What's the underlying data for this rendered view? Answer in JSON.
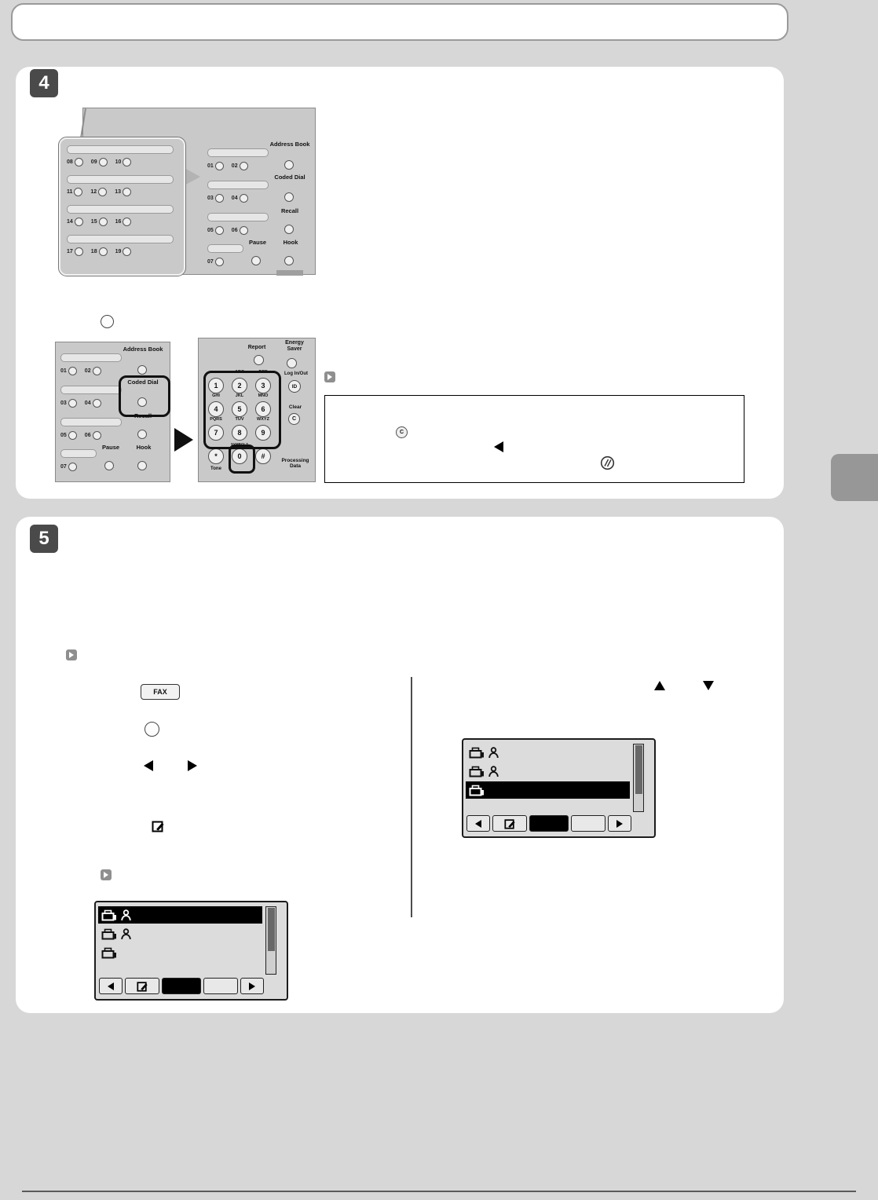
{
  "document": {
    "step4_badge": "4",
    "step5_badge": "5"
  },
  "one_touch_overlay": {
    "rows": [
      [
        "08",
        "09",
        "10"
      ],
      [
        "11",
        "12",
        "13"
      ],
      [
        "14",
        "15",
        "16"
      ],
      [
        "17",
        "18",
        "19"
      ]
    ]
  },
  "speed_dial_panel": {
    "address_book": "Address Book",
    "coded_dial": "Coded Dial",
    "recall": "Recall",
    "pause": "Pause",
    "hook": "Hook",
    "numbers": [
      [
        "01",
        "02"
      ],
      [
        "03",
        "04"
      ],
      [
        "05",
        "06"
      ],
      [
        "07"
      ]
    ]
  },
  "keypad": {
    "report": "Report",
    "energy_saver": "Energy Saver",
    "log_in_out": "Log In/Out",
    "id_key": "ID",
    "clear": "Clear",
    "clear_key": "C",
    "tone": "Tone",
    "symbols": "SYMBOLS",
    "processing_data": "Processing Data",
    "star": "*",
    "zero": "0",
    "hash": "#",
    "keys": [
      {
        "d": "1",
        "l": ""
      },
      {
        "d": "2",
        "l": "ABC"
      },
      {
        "d": "3",
        "l": "DEF"
      },
      {
        "d": "4",
        "l": "GHI"
      },
      {
        "d": "5",
        "l": "JKL"
      },
      {
        "d": "6",
        "l": "MNO"
      },
      {
        "d": "7",
        "l": "PQRS"
      },
      {
        "d": "8",
        "l": "TUV"
      },
      {
        "d": "9",
        "l": "WXYZ"
      }
    ]
  },
  "note": {
    "clear_key": "C"
  },
  "fax_key_label": "FAX"
}
